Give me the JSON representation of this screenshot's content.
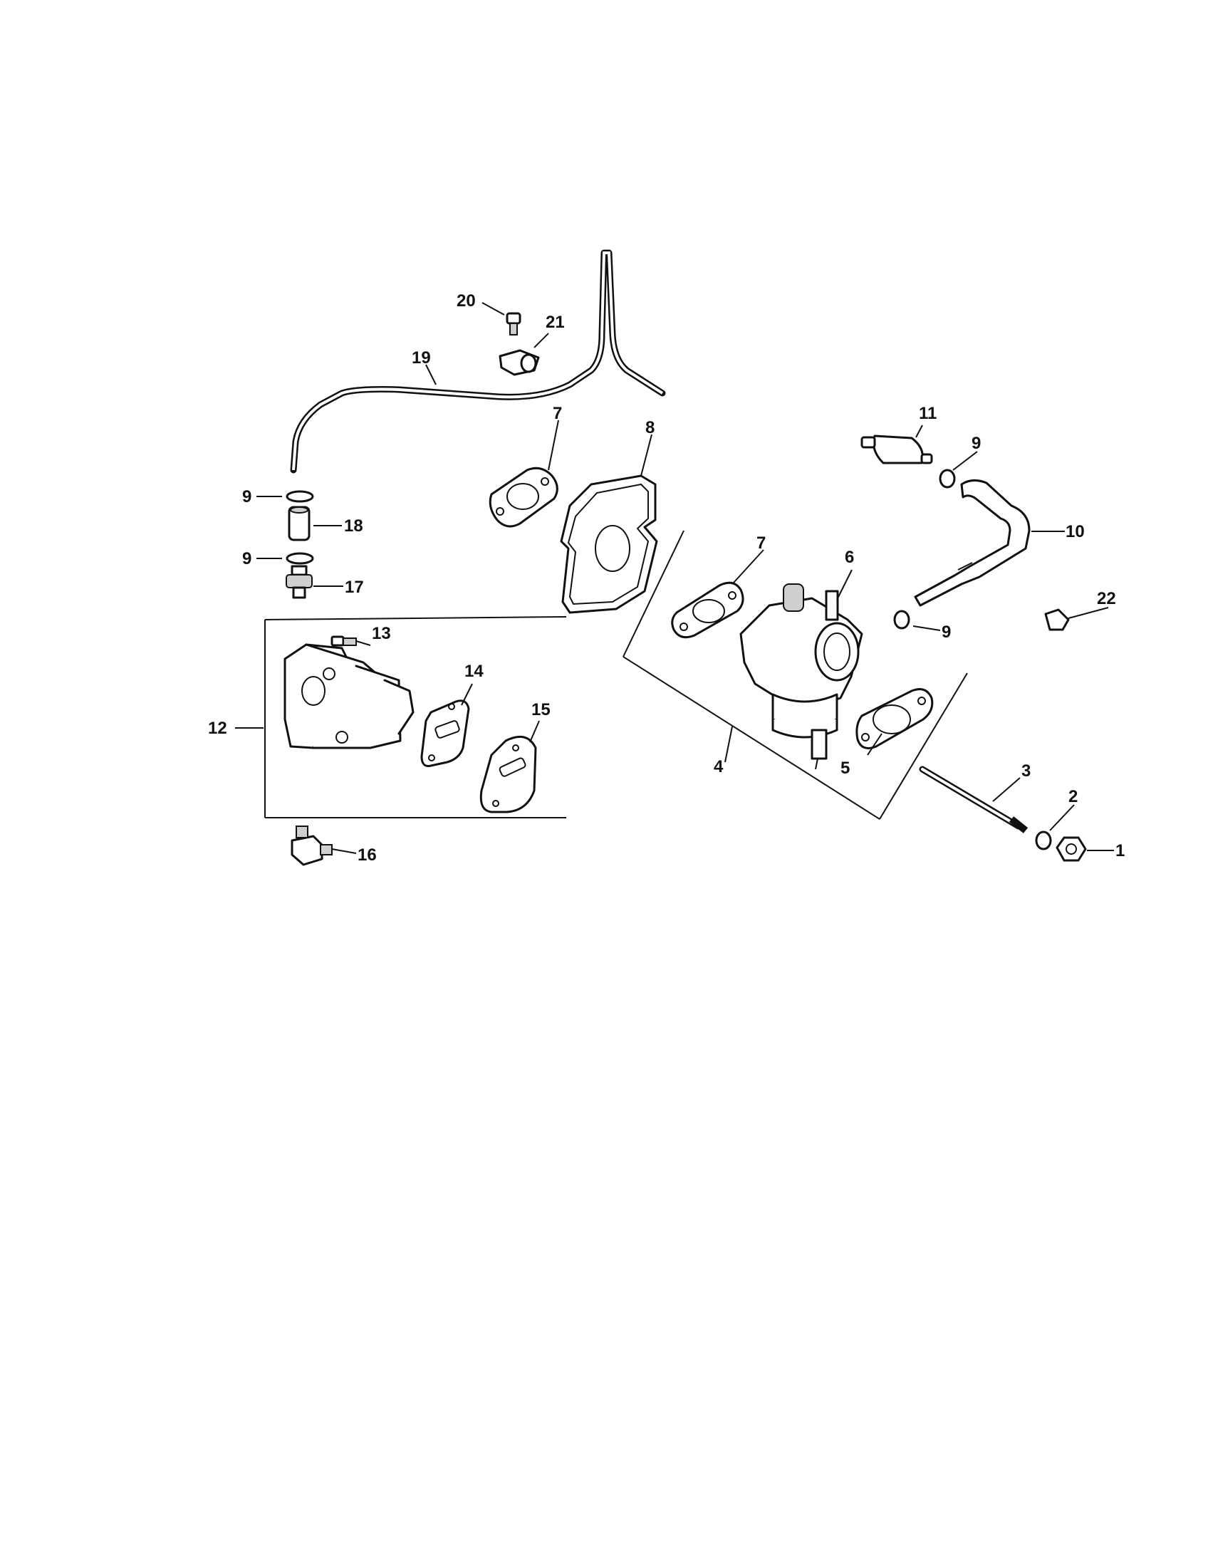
{
  "diagram": {
    "callouts": {
      "c1": "1",
      "c2": "2",
      "c3": "3",
      "c4": "4",
      "c5": "5",
      "c6": "6",
      "c7a": "7",
      "c7b": "7",
      "c8": "8",
      "c9a": "9",
      "c9b": "9",
      "c9c": "9",
      "c9d": "9",
      "c10": "10",
      "c11": "11",
      "c12": "12",
      "c13": "13",
      "c14": "14",
      "c15": "15",
      "c16": "16",
      "c17": "17",
      "c18": "18",
      "c19": "19",
      "c20": "20",
      "c21": "21",
      "c22": "22"
    }
  }
}
